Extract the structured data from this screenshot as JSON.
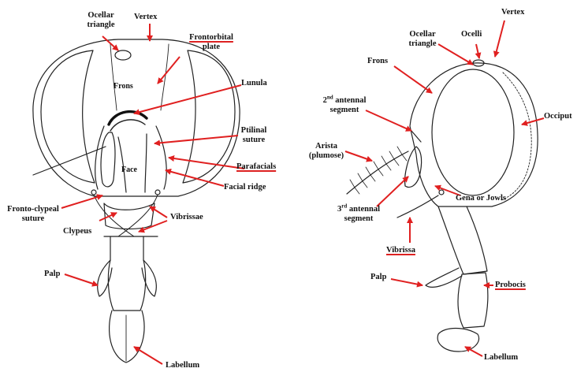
{
  "colors": {
    "line": "#222222",
    "arrow": "#e02020",
    "underline": "#dd2222"
  },
  "front_view": {
    "ocellar_triangle": "Ocellar\ntriangle",
    "vertex": "Vertex",
    "frontorbital_plate": {
      "line1": "Frontorbital",
      "line2": "plate"
    },
    "frons": "Frons",
    "lunula": "Lunula",
    "ptilinal_suture": "Ptilinal\nsuture",
    "face": "Face",
    "parafacials": "Parafacials",
    "facial_ridge": "Facial ridge",
    "fronto_clypeal_suture": "Fronto-clypeal\nsuture",
    "vibrissae": "Vibrissae",
    "clypeus": "Clypeus",
    "palp": "Palp",
    "labellum": "Labellum"
  },
  "side_view": {
    "vertex": "Vertex",
    "ocelli": "Ocelli",
    "ocellar_triangle": "Ocellar\ntriangle",
    "frons": "Frons",
    "second_antennal_segment": {
      "num": "2",
      "sup": "nd",
      "rest": " antennal",
      "line2": "segment"
    },
    "occiput": "Occiput",
    "arista": "Arista\n(plumose)",
    "gena_or_jowls": "Gena or Jowls",
    "third_antennal_segment": {
      "num": "3",
      "sup": "rd",
      "rest": " antennal",
      "line2": "segment"
    },
    "vibrissa": "Vibrissa",
    "palp": "Palp",
    "probocis": "Probocis",
    "labellum": "Labellum"
  }
}
